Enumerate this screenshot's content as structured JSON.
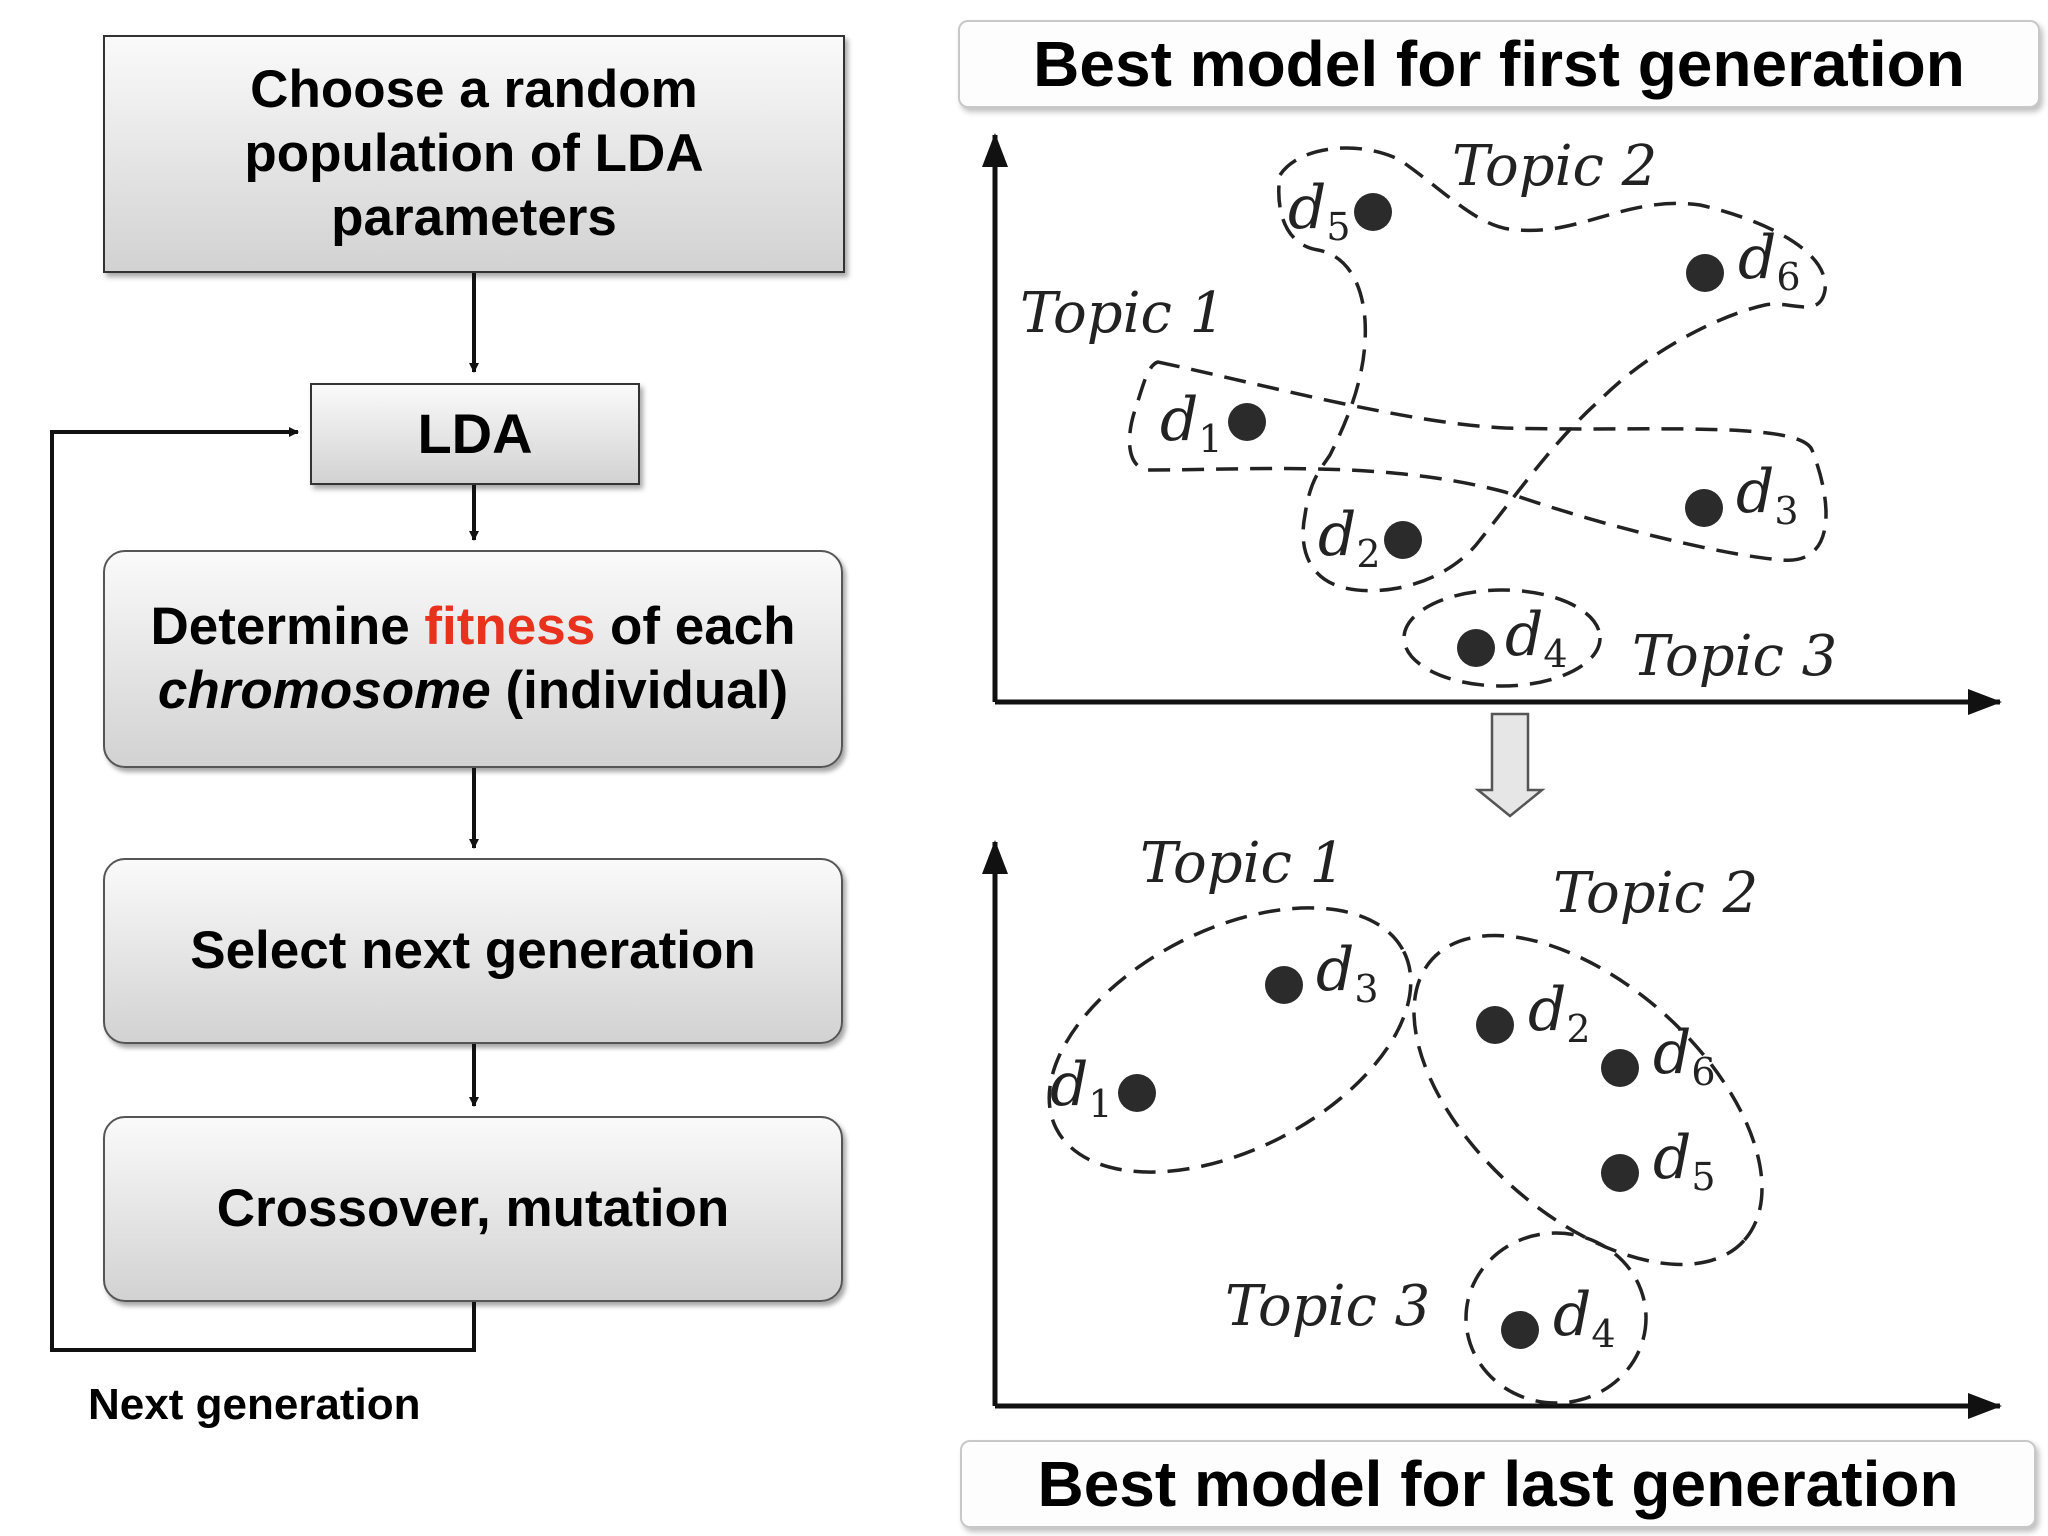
{
  "flow": {
    "step1": [
      "Choose a random",
      "population of LDA",
      "parameters"
    ],
    "step2": "LDA",
    "step3": {
      "word1": "Determine",
      "word_fitness": "fitness",
      "word3": "of each",
      "word_chromosome": "chromosome",
      "word5": "(individual)"
    },
    "step4": "Select next generation",
    "step5": "Crossover, mutation",
    "loop_label": "Next generation"
  },
  "colors": {
    "fitness": "#e8321e"
  },
  "panels": {
    "first_title": "Best model for first generation",
    "last_title": "Best model for last generation",
    "first": {
      "topics": [
        "Topic 1",
        "Topic 2",
        "Topic 3"
      ],
      "docs": [
        "d",
        "d",
        "d",
        "d",
        "d",
        "d"
      ],
      "doc_subs": [
        "1",
        "2",
        "3",
        "4",
        "5",
        "6"
      ]
    },
    "last": {
      "topics": [
        "Topic 1",
        "Topic 2",
        "Topic 3"
      ],
      "docs": [
        "d",
        "d",
        "d",
        "d",
        "d",
        "d"
      ],
      "doc_subs": [
        "1",
        "2",
        "3",
        "4",
        "5",
        "6"
      ]
    }
  }
}
